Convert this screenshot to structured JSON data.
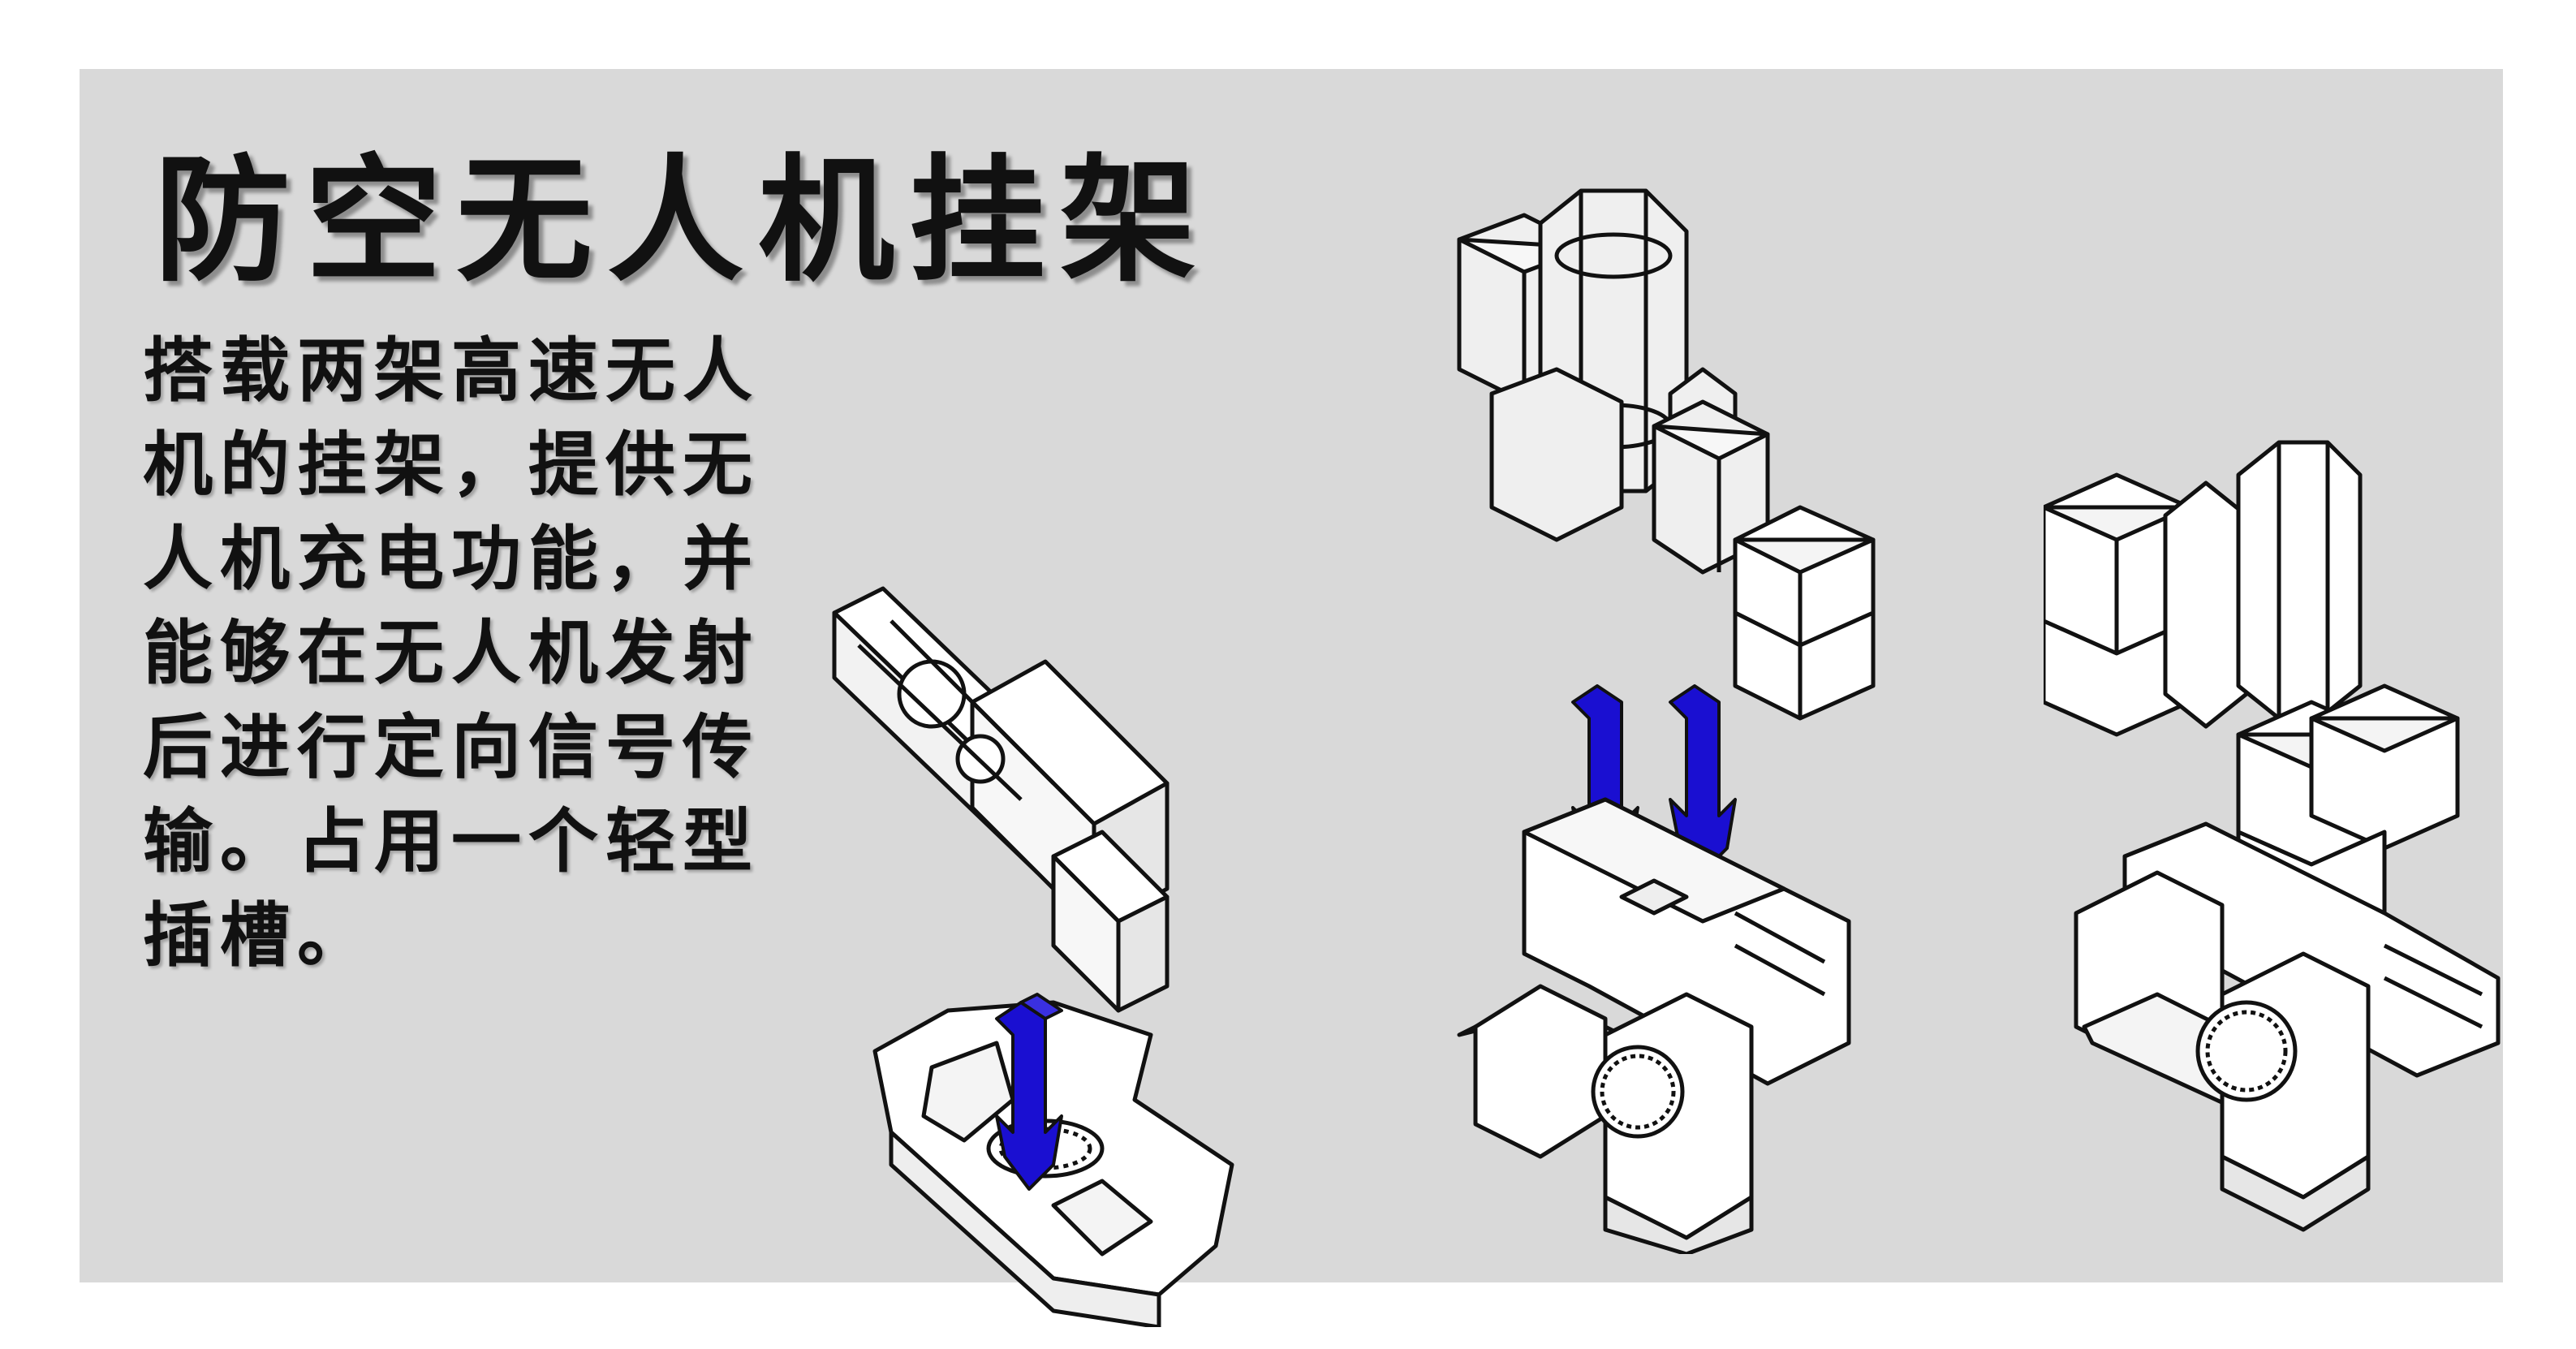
{
  "title": "防空无人机挂架",
  "description": "搭载两架高速无人机的挂架，提供无人机充电功能，并能够在无人机发射后进行定向信号传输。占用一个轻型插槽。",
  "colors": {
    "background_panel": "#d9d9d9",
    "outline": "#111111",
    "part_fill": "#ffffff",
    "glass_fill": "#eeeeee",
    "arrow_blue": "#1a0fd1"
  },
  "figures": [
    {
      "name": "mount-base-view",
      "marker": "blue-insert-arrow"
    },
    {
      "name": "mount-loaded-exploded-view",
      "marker": "blue-insert-arrows"
    },
    {
      "name": "mount-assembled-view"
    }
  ]
}
